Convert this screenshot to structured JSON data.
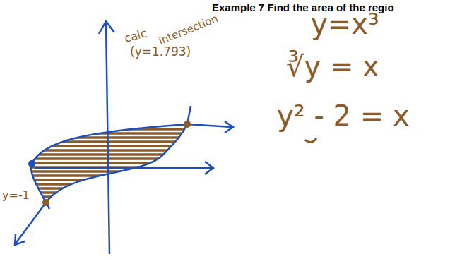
{
  "diagram": {
    "title": "Example 7 Find the area of the regio",
    "labels": [
      "calc",
      "intersection",
      "(y=1.793)",
      "y=x³",
      "∛y = x",
      "y² - 2 = x",
      "y=-1"
    ]
  }
}
